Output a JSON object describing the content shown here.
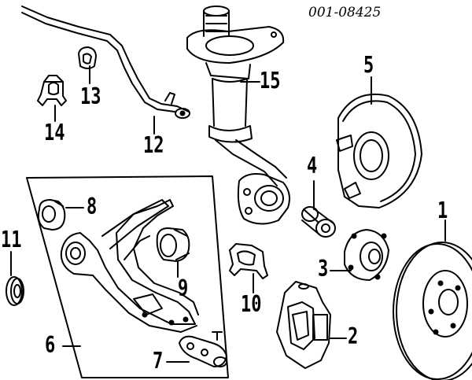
{
  "catalog_number": "001-08425",
  "callouts": {
    "p1": "1",
    "p2": "2",
    "p3": "3",
    "p4": "4",
    "p5": "5",
    "p6": "6",
    "p7": "7",
    "p8": "8",
    "p9": "9",
    "p10": "10",
    "p11": "11",
    "p12": "12",
    "p13": "13",
    "p14": "14",
    "p15": "15"
  }
}
